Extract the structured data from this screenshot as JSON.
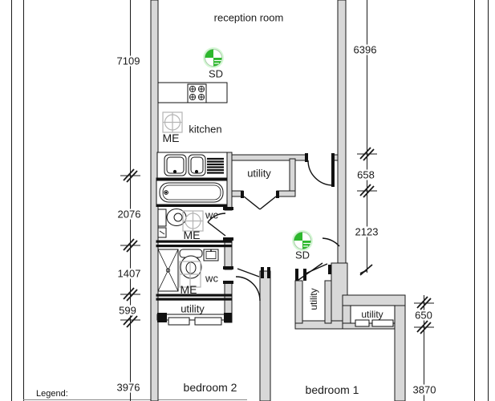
{
  "labels": {
    "reception": "reception room",
    "kitchen": "kitchen",
    "bedroom1": "bedroom 1",
    "bedroom2": "bedroom 2",
    "utility_top": "utility",
    "utility_left": "utility",
    "utility_closet": "utility",
    "utility_right": "utility",
    "wc_upper": "wc",
    "wc_lower": "wc",
    "legend": "Legend:"
  },
  "symbols": {
    "smoke_detector": {
      "label": "SD",
      "icon": "fan-smoke-detector-icon",
      "color": "#2db82d"
    },
    "meter": {
      "label": "ME",
      "icon": "meter-square-icon"
    }
  },
  "dimensions": {
    "left": [
      "7109",
      "2076",
      "1407",
      "599",
      "3976"
    ],
    "right_upper": [
      "6396",
      "658",
      "2123"
    ],
    "right_lower": [
      "650",
      "3870"
    ]
  },
  "colors": {
    "wall_fill": "#d8d8d8",
    "line": "#1a1a1a",
    "detector_green": "#2db82d",
    "meter_gray": "#b5b5b5"
  }
}
